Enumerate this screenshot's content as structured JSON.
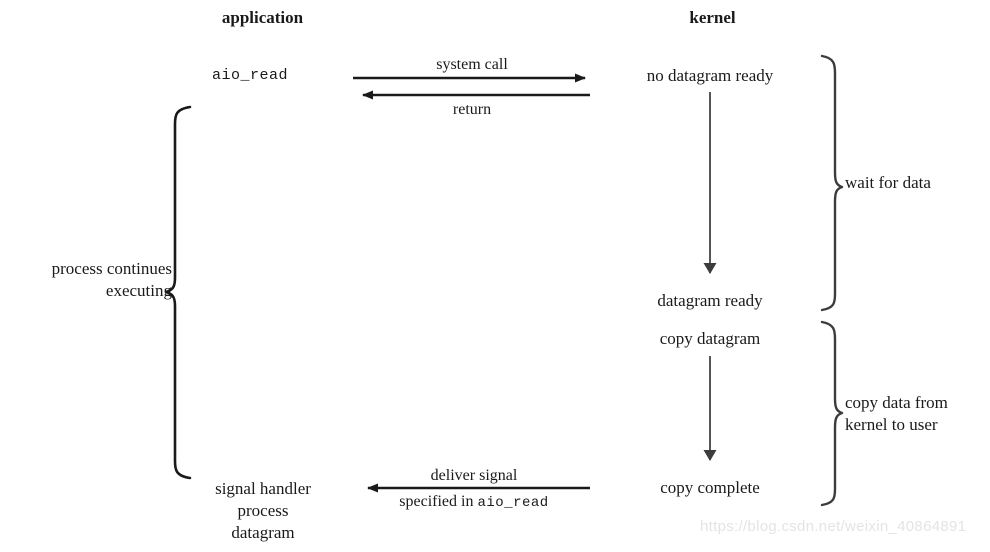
{
  "figure": {
    "columns": {
      "application": "application",
      "kernel": "kernel"
    },
    "application_side": {
      "call_label": "aio_read",
      "process_note_line1": "process continues",
      "process_note_line2": "executing",
      "handler_line1": "signal handler",
      "handler_line2": "process",
      "handler_line3": "datagram"
    },
    "kernel_side": {
      "state_1": "no datagram ready",
      "state_2": "datagram ready",
      "state_3": "copy datagram",
      "state_4": "copy complete"
    },
    "arrows": {
      "system_call": "system call",
      "return": "return",
      "deliver_signal_line1": "deliver signal",
      "deliver_signal_line2_prefix": "specified in ",
      "deliver_signal_line2_code": "aio_read"
    },
    "braces": {
      "wait_for_data": "wait for data",
      "copy_line1": "copy data from",
      "copy_line2": "kernel to user"
    },
    "watermark": "https://blog.csdn.net/weixin_40864891",
    "colors": {
      "ink": "#1a1a1a",
      "line": "#3c3c3c",
      "background": "#ffffff",
      "watermark": "#e4e4e4"
    }
  }
}
